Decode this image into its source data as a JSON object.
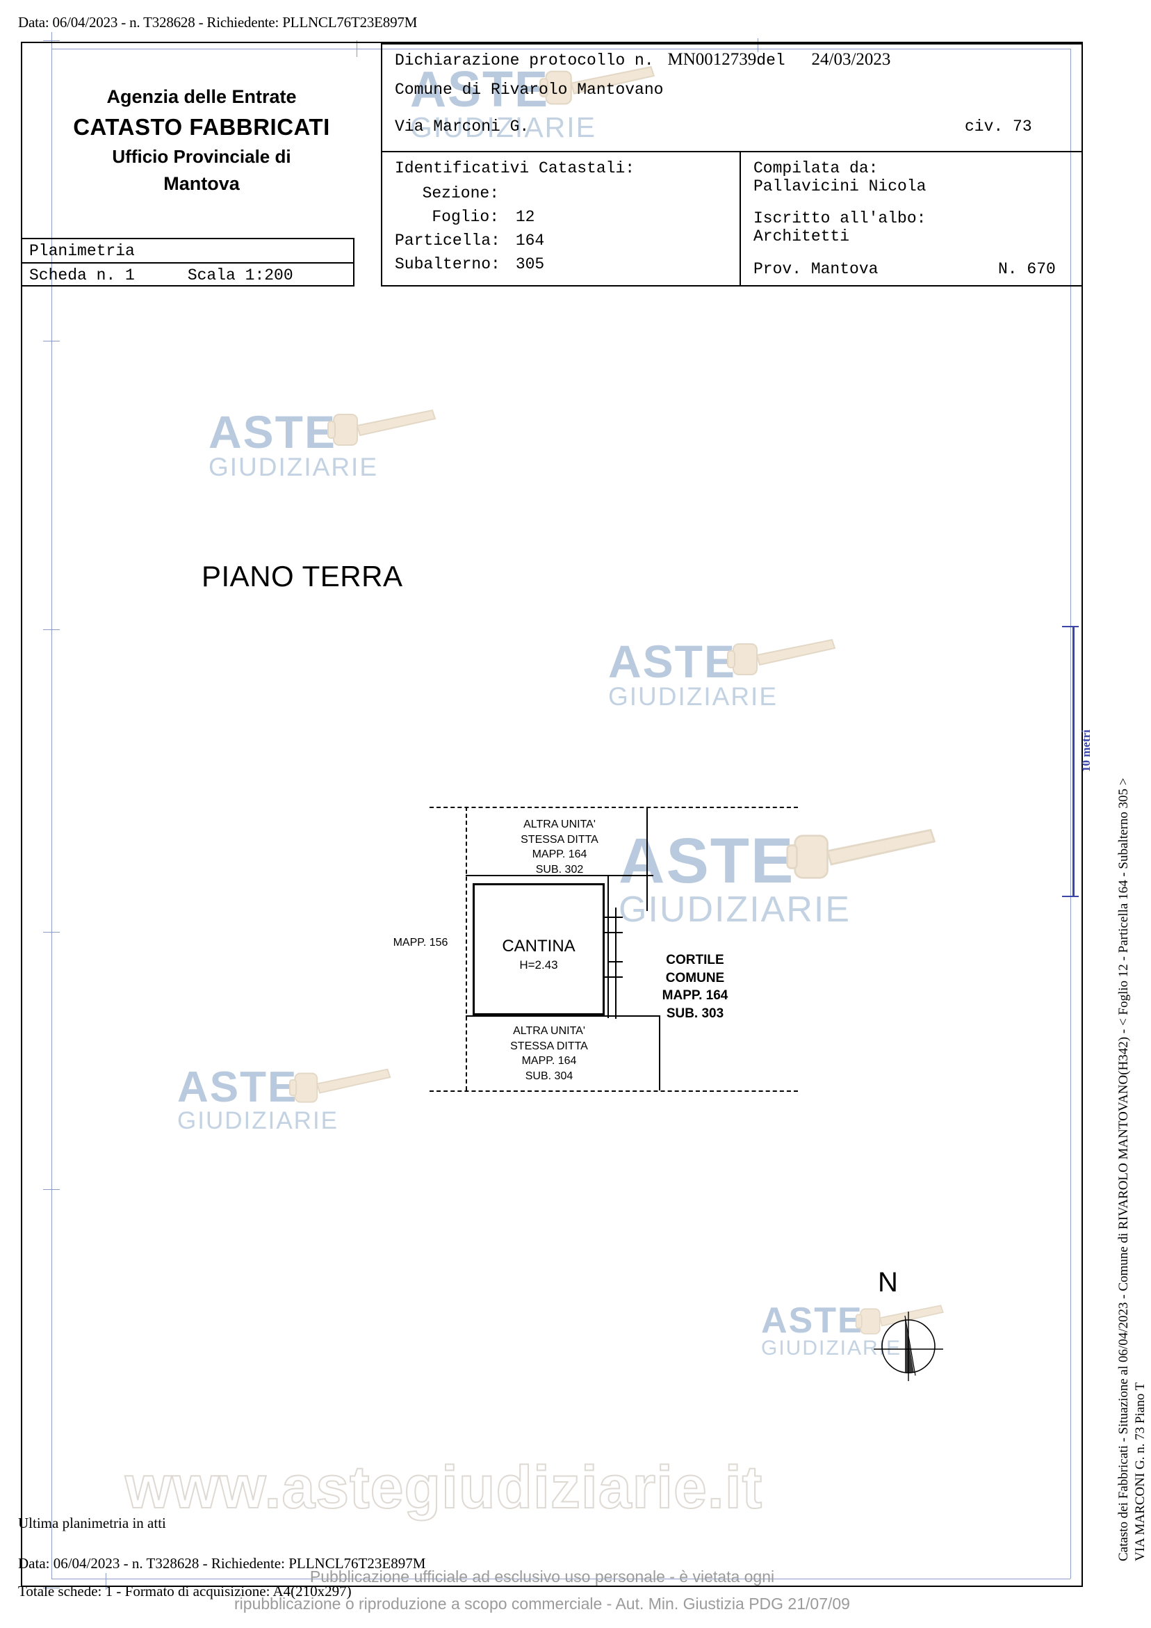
{
  "document": {
    "requester_line": "Data: 06/04/2023 - n. T328628 - Richiedente: PLLNCL76T23E897M"
  },
  "agency": {
    "line1": "Agenzia delle Entrate",
    "line2": "CATASTO FABBRICATI",
    "line3": "Ufficio Provinciale di",
    "line4": "Mantova"
  },
  "header": {
    "protocol_label": "Dichiarazione protocollo n.",
    "protocol_number": "MN0012739",
    "protocol_del": "del",
    "protocol_date": "24/03/2023",
    "comune": "Comune di Rivarolo Mantovano",
    "via": "Via Marconi G.",
    "civ": "civ. 73",
    "identificativi_title": "Identificativi Catastali:",
    "sezione_label": "Sezione:",
    "sezione_value": "",
    "foglio_label": "Foglio:",
    "foglio_value": "12",
    "particella_label": "Particella:",
    "particella_value": "164",
    "subalterno_label": "Subalterno:",
    "subalterno_value": "305",
    "compilata_label": "Compilata da:",
    "compilata_value": "Pallavicini Nicola",
    "iscritto_label": "Iscritto all'albo:",
    "iscritto_value": "Architetti",
    "prov_label": "Prov. Mantova",
    "albo_number": "N. 670"
  },
  "planimetria": {
    "title": "Planimetria",
    "scheda": "Scheda n. 1",
    "scala": "Scala 1:200"
  },
  "plan": {
    "floor_title": "PIANO TERRA",
    "mapp_156": "MAPP. 156",
    "unit_top": {
      "l1": "ALTRA UNITA'",
      "l2": "STESSA DITTA",
      "l3": "MAPP. 164",
      "l4": "SUB. 302"
    },
    "unit_bottom": {
      "l1": "ALTRA UNITA'",
      "l2": "STESSA DITTA",
      "l3": "MAPP. 164",
      "l4": "SUB. 304"
    },
    "room": {
      "name": "CANTINA",
      "height": "H=2.43"
    },
    "cortile": {
      "l1": "CORTILE",
      "l2": "COMUNE",
      "l3": "MAPP. 164",
      "l4": "SUB. 303"
    },
    "compass_label": "N",
    "scalebar_label": "10 metri"
  },
  "sidebar": {
    "line1": "Catasto dei Fabbricati - Situazione al 06/04/2023 - Comune di RIVAROLO MANTOVANO(H342) - < Foglio 12 - Particella  164 - Subalterno 305 >",
    "line2": "VIA MARCONI G. n. 73 Piano T"
  },
  "footer": {
    "ultima": "Ultima planimetria in atti",
    "data_line": "Data: 06/04/2023 - n. T328628 - Richiedente: PLLNCL76T23E897M",
    "totale_line": "Totale schede: 1 - Formato di acquisizione: A4(210x297)"
  },
  "watermark": {
    "aste": "ASTE",
    "giudiziarie": "GIUDIZIARIE",
    "url": "www.astegiudiziarie.it",
    "notice_l1": "Pubblicazione ufficiale ad esclusivo uso personale - è vietata ogni",
    "notice_l2": "ripubblicazione o riproduzione a scopo commerciale - Aut. Min. Giustizia PDG 21/07/09"
  },
  "colors": {
    "registration": "#8d9ec6",
    "scalebar": "#3b46a8",
    "watermark_blue": "#b9cade"
  }
}
